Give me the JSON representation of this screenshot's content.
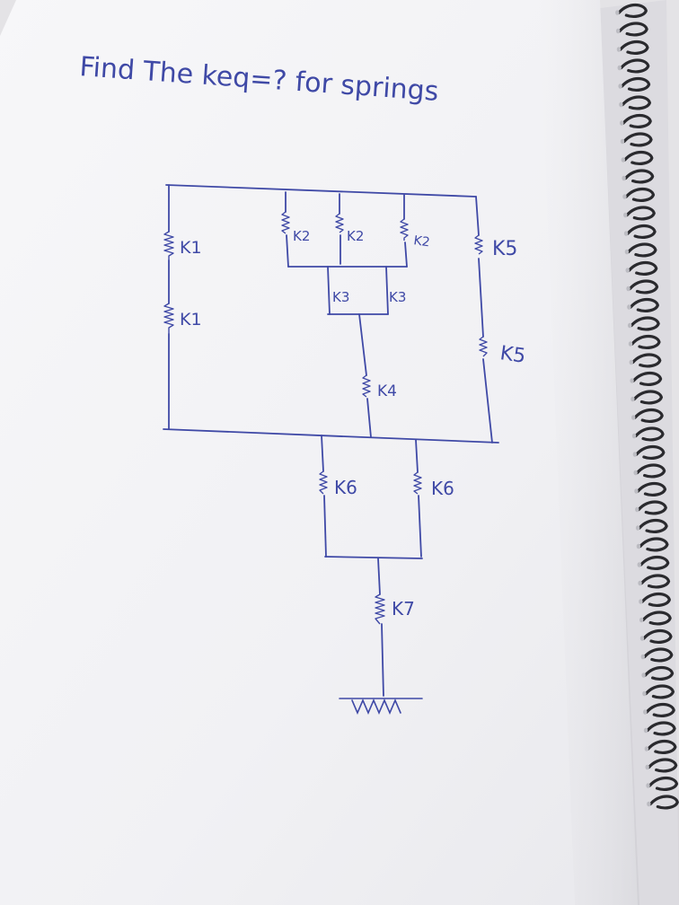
{
  "title": "Find The keq=? for springs",
  "springs": {
    "k1_top": "K1",
    "k1_bottom": "K1",
    "k2_a": "K2",
    "k2_b": "K2",
    "k2_c": "K2",
    "k3_a": "K3",
    "k3_b": "K3",
    "k4": "K4",
    "k5_top": "K5",
    "k5_bottom": "K5",
    "k6_a": "K6",
    "k6_b": "K6",
    "k7": "K7"
  },
  "colors": {
    "ink": "#3f49a6",
    "paper": "#f4f4f6",
    "background": "#e7e6e9",
    "binding": "#2a2a2e"
  }
}
